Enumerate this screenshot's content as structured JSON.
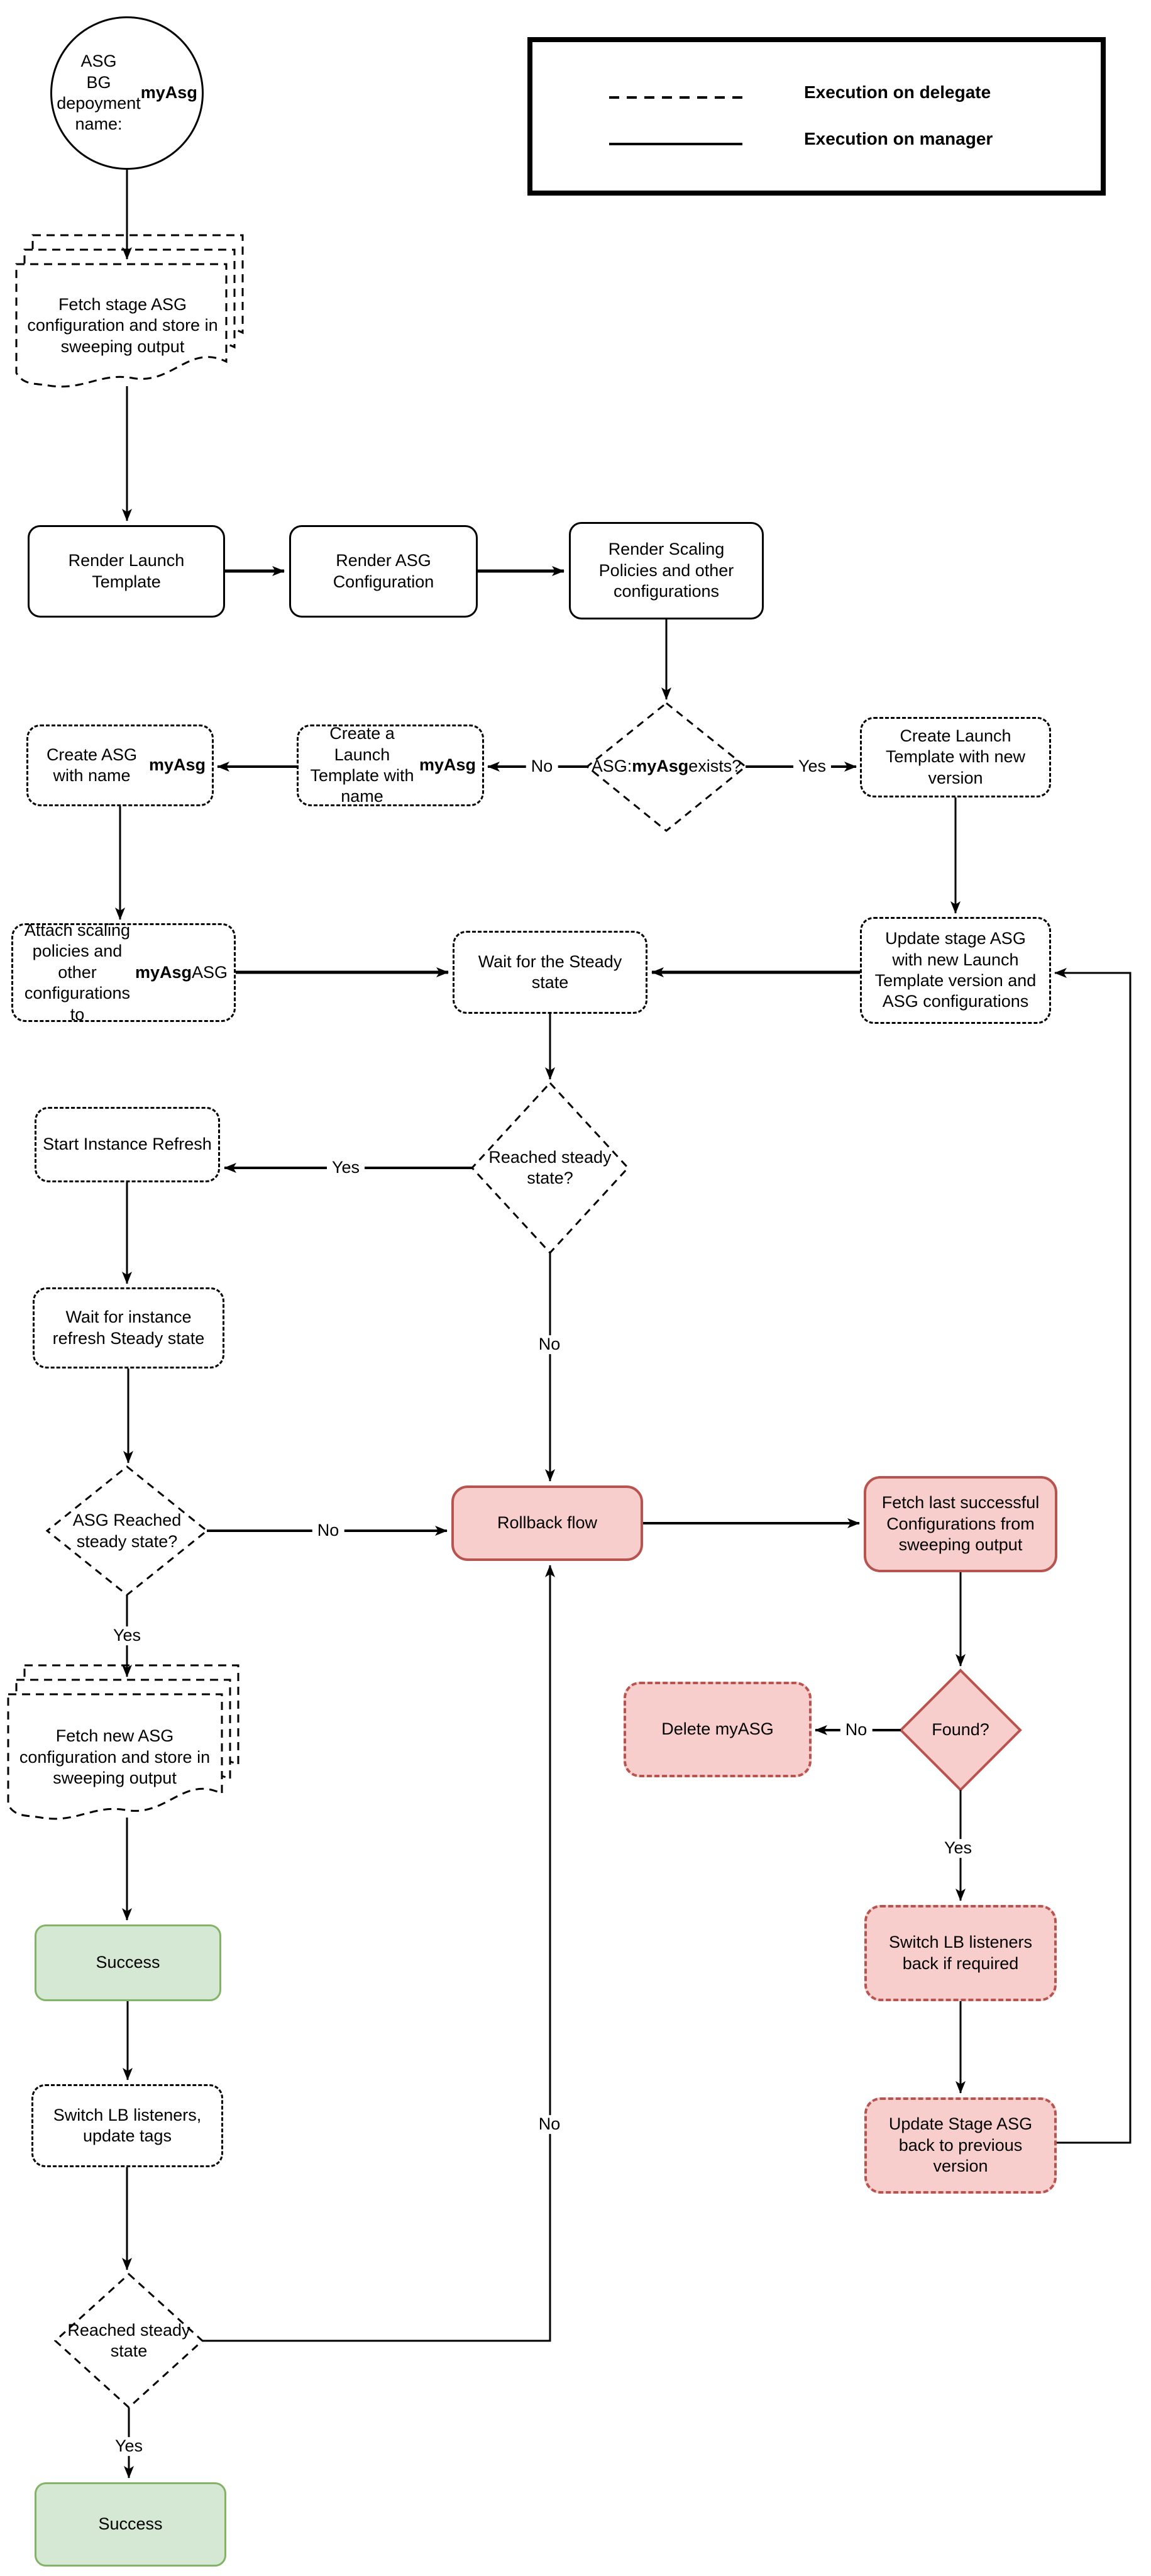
{
  "legend": {
    "delegate_label": "Execution on delegate",
    "manager_label": "Execution on manager"
  },
  "labels": {
    "yes": "Yes",
    "no": "No"
  },
  "colors": {
    "danger_fill": "#f8cecc",
    "danger_stroke": "#b85450",
    "success_fill": "#d5e8d4",
    "success_stroke": "#82b366",
    "line": "#000000"
  },
  "nodes": {
    "start": {
      "runs": [
        {
          "t": "ASG\nBG depoyment\nname: "
        },
        {
          "t": "myAsg",
          "b": true
        }
      ]
    },
    "fetch_stage": {
      "text": "Fetch stage ASG configuration and store in sweeping output"
    },
    "render_launch": {
      "text": "Render Launch Template"
    },
    "render_asg": {
      "text": "Render ASG Configuration"
    },
    "render_scaling": {
      "text": "Render Scaling Policies and other configurations"
    },
    "create_asg": {
      "runs": [
        {
          "t": "Create ASG with name "
        },
        {
          "t": "myAsg",
          "b": true
        }
      ]
    },
    "create_launch_template": {
      "runs": [
        {
          "t": "Create a Launch Template with name "
        },
        {
          "t": "myAsg",
          "b": true
        }
      ]
    },
    "asg_exists": {
      "runs": [
        {
          "t": "ASG:\n"
        },
        {
          "t": "myAsg",
          "b": true
        },
        {
          "t": " exists?"
        }
      ]
    },
    "create_launch_new": {
      "text": "Create Launch Template with new version"
    },
    "attach_policies": {
      "runs": [
        {
          "t": "Attach scaling policies and other configurations to "
        },
        {
          "t": "myAsg",
          "b": true
        },
        {
          "t": " ASG"
        }
      ]
    },
    "wait_steady": {
      "text": "Wait for the Steady state"
    },
    "update_stage": {
      "text": "Update stage ASG with new Launch Template version and ASG configurations"
    },
    "reached_steady_q": {
      "text": "Reached steady state?"
    },
    "start_instance_refresh": {
      "text": "Start Instance Refresh"
    },
    "wait_instance_refresh": {
      "text": "Wait for instance refresh Steady state"
    },
    "asg_reached_q": {
      "text": "ASG Reached steady state?"
    },
    "rollback": {
      "text": "Rollback flow"
    },
    "fetch_last": {
      "text": "Fetch last successful Configurations from sweeping output"
    },
    "fetch_new": {
      "text": "Fetch new ASG configuration and store in sweeping output"
    },
    "found_q": {
      "text": "Found?"
    },
    "delete_myasg": {
      "text": "Delete myASG"
    },
    "switch_lb_back": {
      "text": "Switch LB listeners back if required"
    },
    "update_stage_back": {
      "text": "Update Stage ASG back to previous version"
    },
    "success_mid": {
      "text": "Success"
    },
    "switch_lb_tags": {
      "text": "Switch LB listeners, update tags"
    },
    "reached_steady_final": {
      "text": "Reached steady state"
    },
    "success_final": {
      "text": "Success"
    }
  }
}
